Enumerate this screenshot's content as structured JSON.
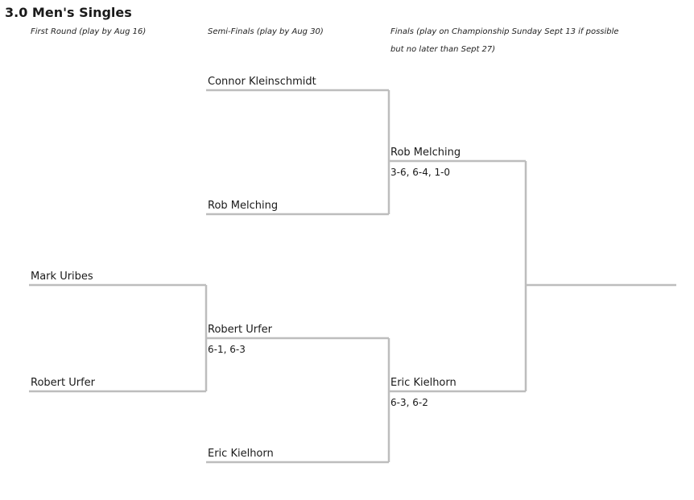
{
  "title": "3.0 Men's Singles",
  "rounds": {
    "first_round": "First Round (play by Aug 16)",
    "semi_finals": "Semi-Finals (play by Aug 30)",
    "finals_line1": "Finals (play on Championship Sunday Sept 13 if possible",
    "finals_line2": "but no later than Sept 27)"
  },
  "first_round": {
    "match1": {
      "player_top": "Mark Uribes",
      "player_bottom": "Robert Urfer"
    }
  },
  "semi_finals": {
    "match1": {
      "player_top": "Connor Kleinschmidt",
      "player_bottom": "Rob Melching"
    },
    "match2": {
      "player_top": "Robert Urfer",
      "player_top_score": "6-1, 6-3",
      "player_bottom": "Eric Kielhorn"
    }
  },
  "finals": {
    "player_top": "Rob Melching",
    "player_top_score": "3-6, 6-4, 1-0",
    "player_bottom": "Eric Kielhorn",
    "player_bottom_score": "6-3, 6-2"
  }
}
